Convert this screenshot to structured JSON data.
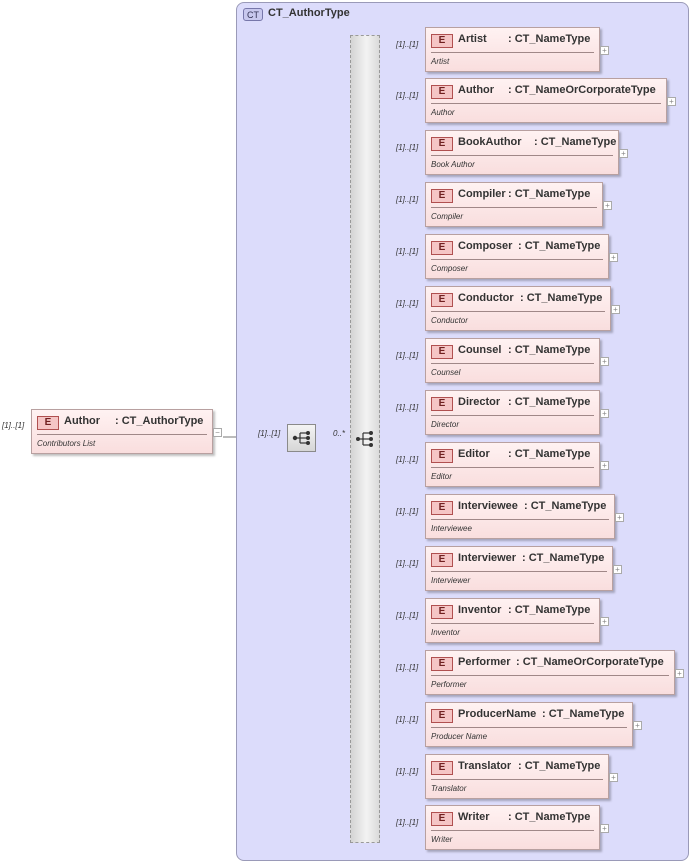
{
  "complex_type": {
    "badge": "CT",
    "title": "CT_AuthorType"
  },
  "root_element": {
    "badge": "E",
    "name": "Author",
    "type": ": CT_AuthorType",
    "doc": "Contributors List",
    "cardinality": "[1]..[1]",
    "collapse_symbol": "−"
  },
  "sequence": {
    "cardinality": "[1]..[1]",
    "occurs": "0..*"
  },
  "children": [
    {
      "badge": "E",
      "name": "Artist",
      "type": ": CT_NameType",
      "doc": "Artist",
      "cardinality": "[1]..[1]",
      "expand_symbol": "+"
    },
    {
      "badge": "E",
      "name": "Author",
      "type": ": CT_NameOrCorporateType",
      "doc": "Author",
      "cardinality": "[1]..[1]",
      "expand_symbol": "+"
    },
    {
      "badge": "E",
      "name": "BookAuthor",
      "type": ": CT_NameType",
      "doc": "Book Author",
      "cardinality": "[1]..[1]",
      "expand_symbol": "+"
    },
    {
      "badge": "E",
      "name": "Compiler",
      "type": ": CT_NameType",
      "doc": "Compiler",
      "cardinality": "[1]..[1]",
      "expand_symbol": "+"
    },
    {
      "badge": "E",
      "name": "Composer",
      "type": ": CT_NameType",
      "doc": "Composer",
      "cardinality": "[1]..[1]",
      "expand_symbol": "+"
    },
    {
      "badge": "E",
      "name": "Conductor",
      "type": ": CT_NameType",
      "doc": "Conductor",
      "cardinality": "[1]..[1]",
      "expand_symbol": "+"
    },
    {
      "badge": "E",
      "name": "Counsel",
      "type": ": CT_NameType",
      "doc": "Counsel",
      "cardinality": "[1]..[1]",
      "expand_symbol": "+"
    },
    {
      "badge": "E",
      "name": "Director",
      "type": ": CT_NameType",
      "doc": "Director",
      "cardinality": "[1]..[1]",
      "expand_symbol": "+"
    },
    {
      "badge": "E",
      "name": "Editor",
      "type": ": CT_NameType",
      "doc": "Editor",
      "cardinality": "[1]..[1]",
      "expand_symbol": "+"
    },
    {
      "badge": "E",
      "name": "Interviewee",
      "type": ": CT_NameType",
      "doc": "Interviewee",
      "cardinality": "[1]..[1]",
      "expand_symbol": "+"
    },
    {
      "badge": "E",
      "name": "Interviewer",
      "type": ": CT_NameType",
      "doc": "Interviewer",
      "cardinality": "[1]..[1]",
      "expand_symbol": "+"
    },
    {
      "badge": "E",
      "name": "Inventor",
      "type": ": CT_NameType",
      "doc": "Inventor",
      "cardinality": "[1]..[1]",
      "expand_symbol": "+"
    },
    {
      "badge": "E",
      "name": "Performer",
      "type": ": CT_NameOrCorporateType",
      "doc": "Performer",
      "cardinality": "[1]..[1]",
      "expand_symbol": "+"
    },
    {
      "badge": "E",
      "name": "ProducerName",
      "type": ": CT_NameType",
      "doc": "Producer Name",
      "cardinality": "[1]..[1]",
      "expand_symbol": "+"
    },
    {
      "badge": "E",
      "name": "Translator",
      "type": ": CT_NameType",
      "doc": "Translator",
      "cardinality": "[1]..[1]",
      "expand_symbol": "+"
    },
    {
      "badge": "E",
      "name": "Writer",
      "type": ": CT_NameType",
      "doc": "Writer",
      "cardinality": "[1]..[1]",
      "expand_symbol": "+"
    }
  ]
}
